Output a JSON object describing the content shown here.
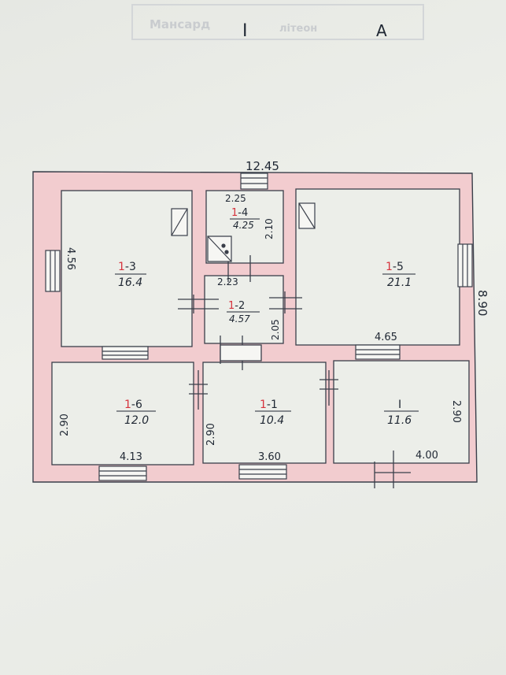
{
  "header": {
    "stamp_text": "Мансард",
    "stamp_tail": "літеон",
    "letter_1": "І",
    "letter_2": "А"
  },
  "overall": {
    "width_label": "12.45",
    "depth_label": "8.90"
  },
  "rooms": [
    {
      "id": "1-1",
      "prefix": "1",
      "suffix": "-1",
      "area": "10.4"
    },
    {
      "id": "1-2",
      "prefix": "1",
      "suffix": "-2",
      "area": "4.57"
    },
    {
      "id": "1-3",
      "prefix": "1",
      "suffix": "-3",
      "area": "16.4"
    },
    {
      "id": "1-4",
      "prefix": "1",
      "suffix": "-4",
      "area": "4.25"
    },
    {
      "id": "1-5",
      "prefix": "1",
      "suffix": "-5",
      "area": "21.1"
    },
    {
      "id": "1-6",
      "prefix": "1",
      "suffix": "-6",
      "area": "12.0"
    },
    {
      "id": "I",
      "prefix": "",
      "suffix": "I",
      "area": "11.6"
    }
  ],
  "dimensions": {
    "room_1_3_height": "4.56",
    "room_1_4_width": "2.25",
    "room_1_4_height": "2.10",
    "room_1_2_width": "2.23",
    "room_1_2_height": "2.05",
    "room_1_5_width": "4.65",
    "room_1_6_height": "2.90",
    "room_1_6_width": "4.13",
    "room_1_1_height": "2.90",
    "room_1_1_width": "3.60",
    "room_I_height": "2.90",
    "room_I_width": "4.00"
  },
  "colors": {
    "wall": "#f2cccf",
    "wall_stroke": "#3a3f4a",
    "room_fill": "#eceee9",
    "red_ink": "#d6333d"
  }
}
